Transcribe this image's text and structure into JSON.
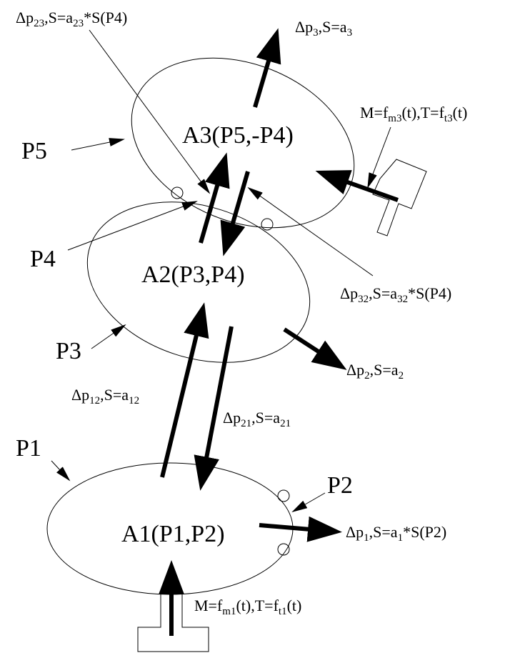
{
  "agents": {
    "a1": "A1(P1,P2)",
    "a2": "A2(P3,P4)",
    "a3": "A3(P5,-P4)"
  },
  "ports": {
    "p1": "P1",
    "p2": "P2",
    "p3": "P3",
    "p4": "P4",
    "p5": "P5"
  },
  "flows": {
    "dp23": {
      "d": "Δ",
      "p": "p",
      "ps": "23",
      "eq": ",S=a",
      "as": "23",
      "tail": "*S(P4)"
    },
    "dp3": {
      "d": "Δ",
      "p": "p",
      "ps": "3",
      "eq": ",S=a",
      "as": "3",
      "tail": ""
    },
    "dp32": {
      "d": "Δ",
      "p": "p",
      "ps": "32",
      "eq": ",S=a",
      "as": "32",
      "tail": "*S(P4)"
    },
    "dp2": {
      "d": "Δ",
      "p": "p",
      "ps": "2",
      "eq": ",S=a",
      "as": "2",
      "tail": ""
    },
    "dp12": {
      "d": "Δ",
      "p": "p",
      "ps": "12",
      "eq": ",S=a",
      "as": "12",
      "tail": ""
    },
    "dp21": {
      "d": "Δ",
      "p": "p",
      "ps": "21",
      "eq": ",S=a",
      "as": "21",
      "tail": ""
    },
    "dp1": {
      "d": "Δ",
      "p": "p",
      "ps": "1",
      "eq": ",S=a",
      "as": "1",
      "tail": "*S(P2)"
    }
  },
  "inputs": {
    "m3": {
      "m": "M=f",
      "ms": "m3",
      "t": "(t),T=f",
      "ts": "t3",
      "end": "(t)"
    },
    "m1": {
      "m": "M=f",
      "ms": "m1",
      "t": "(t),T=f",
      "ts": "t1",
      "end": "(t)"
    }
  }
}
